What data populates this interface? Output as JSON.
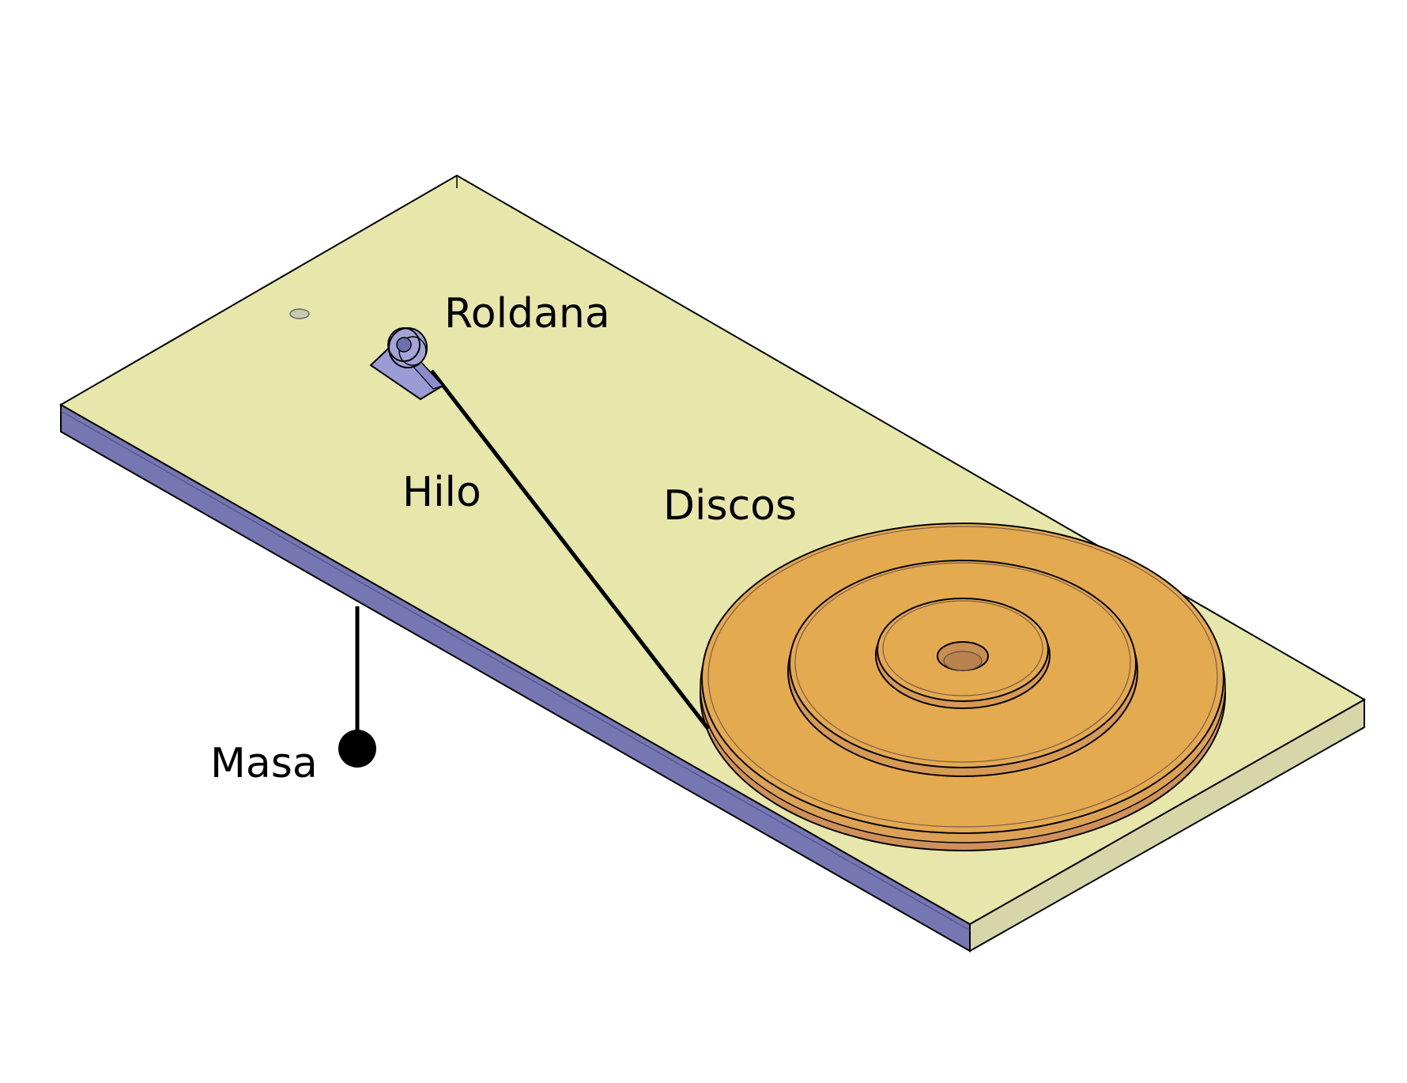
{
  "labels": {
    "pulley": "Roldana",
    "thread": "Hilo",
    "discs": "Discos",
    "mass": "Masa"
  },
  "colors": {
    "board_top": "#e7e7ab",
    "board_front": "#7677b2",
    "board_side": "#d6d6a9",
    "disc_fill": "#e4aa4f",
    "disc_rim": "#cf915a",
    "outline": "#000000",
    "pulley_fill": "#8c8ccc"
  }
}
